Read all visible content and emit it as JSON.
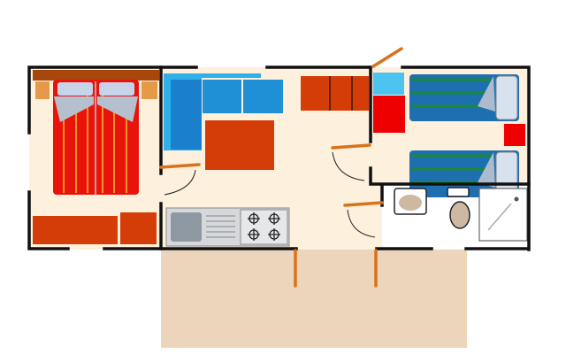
{
  "colors": {
    "floor": "#fdf0dc",
    "terrace": "#ecd5bb",
    "bathroom": "#ffffff",
    "wall": "#111111",
    "door": "#d8731c",
    "furniture": "#d43d08",
    "bed_red": "#e8140c",
    "bed_stripe": "#f7912a",
    "sofa": "#1f8fd6",
    "sofa_light": "#2fb0ea",
    "single_bed": "#1e6fb0",
    "single_bed_stripe": "#1a8a3a",
    "accent_red": "#ee0000",
    "accent_blue": "#4cc4ef",
    "steel": "#c9ccd0"
  },
  "rooms": [
    "master-bedroom",
    "living-dining",
    "kitchen",
    "twin-bedroom",
    "bathroom",
    "terrace"
  ]
}
